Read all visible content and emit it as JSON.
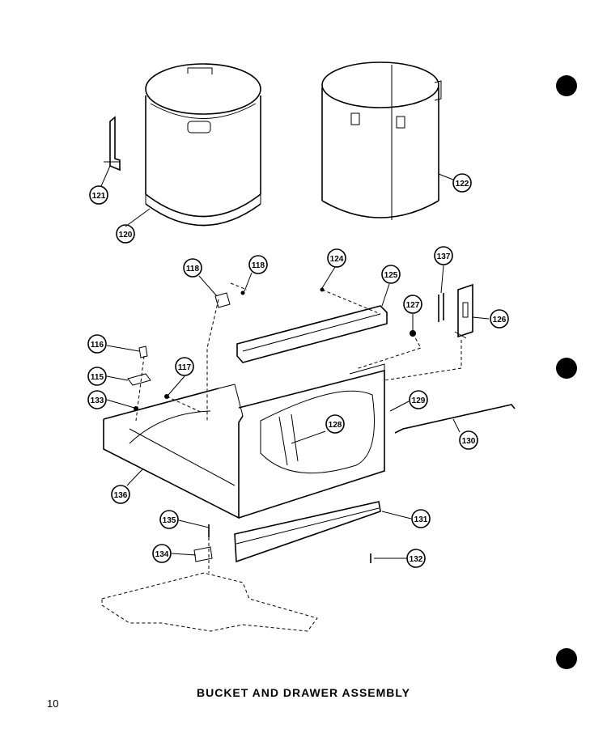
{
  "diagram": {
    "caption": "BUCKET AND DRAWER ASSEMBLY",
    "page_number": "10",
    "parts": [
      {
        "id": "p121",
        "label": "121"
      },
      {
        "id": "p120",
        "label": "120"
      },
      {
        "id": "p122",
        "label": "122"
      },
      {
        "id": "p118a",
        "label": "118"
      },
      {
        "id": "p118b",
        "label": "118"
      },
      {
        "id": "p124",
        "label": "124"
      },
      {
        "id": "p125",
        "label": "125"
      },
      {
        "id": "p137",
        "label": "137"
      },
      {
        "id": "p127",
        "label": "127"
      },
      {
        "id": "p126",
        "label": "126"
      },
      {
        "id": "p116",
        "label": "116"
      },
      {
        "id": "p117",
        "label": "117"
      },
      {
        "id": "p115",
        "label": "115"
      },
      {
        "id": "p133",
        "label": "133"
      },
      {
        "id": "p129",
        "label": "129"
      },
      {
        "id": "p128",
        "label": "128"
      },
      {
        "id": "p130",
        "label": "130"
      },
      {
        "id": "p136",
        "label": "136"
      },
      {
        "id": "p135",
        "label": "135"
      },
      {
        "id": "p131",
        "label": "131"
      },
      {
        "id": "p134",
        "label": "134"
      },
      {
        "id": "p132",
        "label": "132"
      }
    ]
  }
}
